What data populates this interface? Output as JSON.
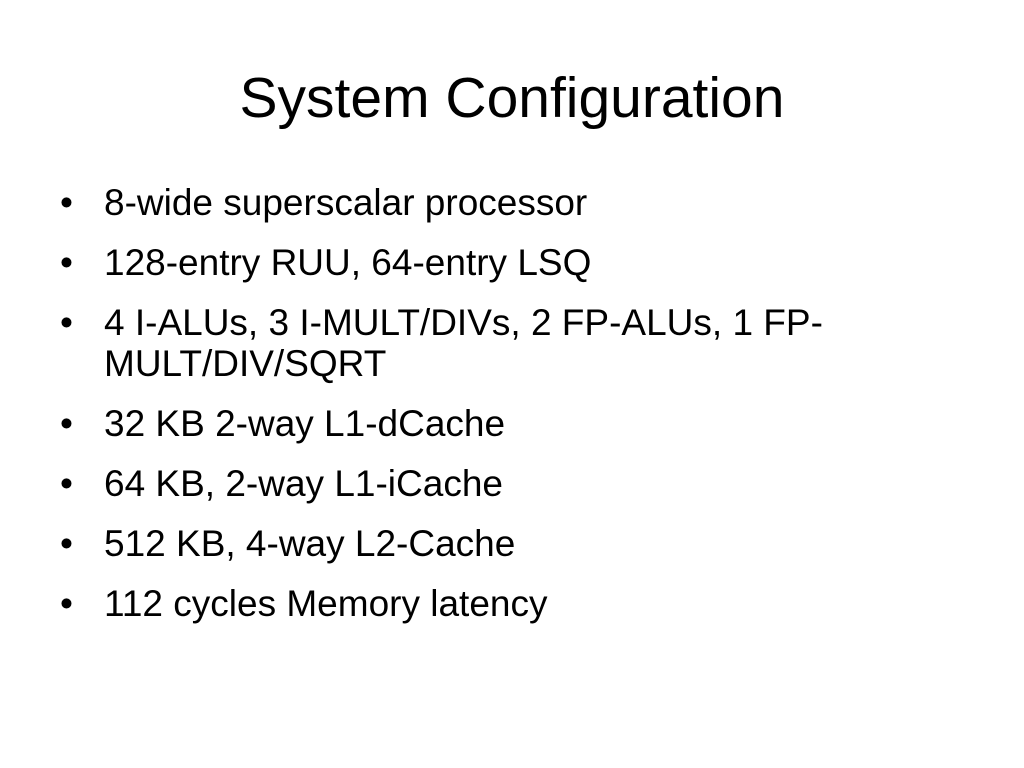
{
  "slide": {
    "title": "System Configuration",
    "bullet_symbol": "•",
    "bullets": [
      "8-wide superscalar processor",
      "128-entry RUU, 64-entry LSQ",
      "4 I-ALUs, 3 I-MULT/DIVs, 2 FP-ALUs, 1 FP-MULT/DIV/SQRT",
      "32 KB 2-way L1-dCache",
      "64 KB, 2-way L1-iCache",
      "512 KB, 4-way L2-Cache",
      "112 cycles Memory latency"
    ]
  }
}
